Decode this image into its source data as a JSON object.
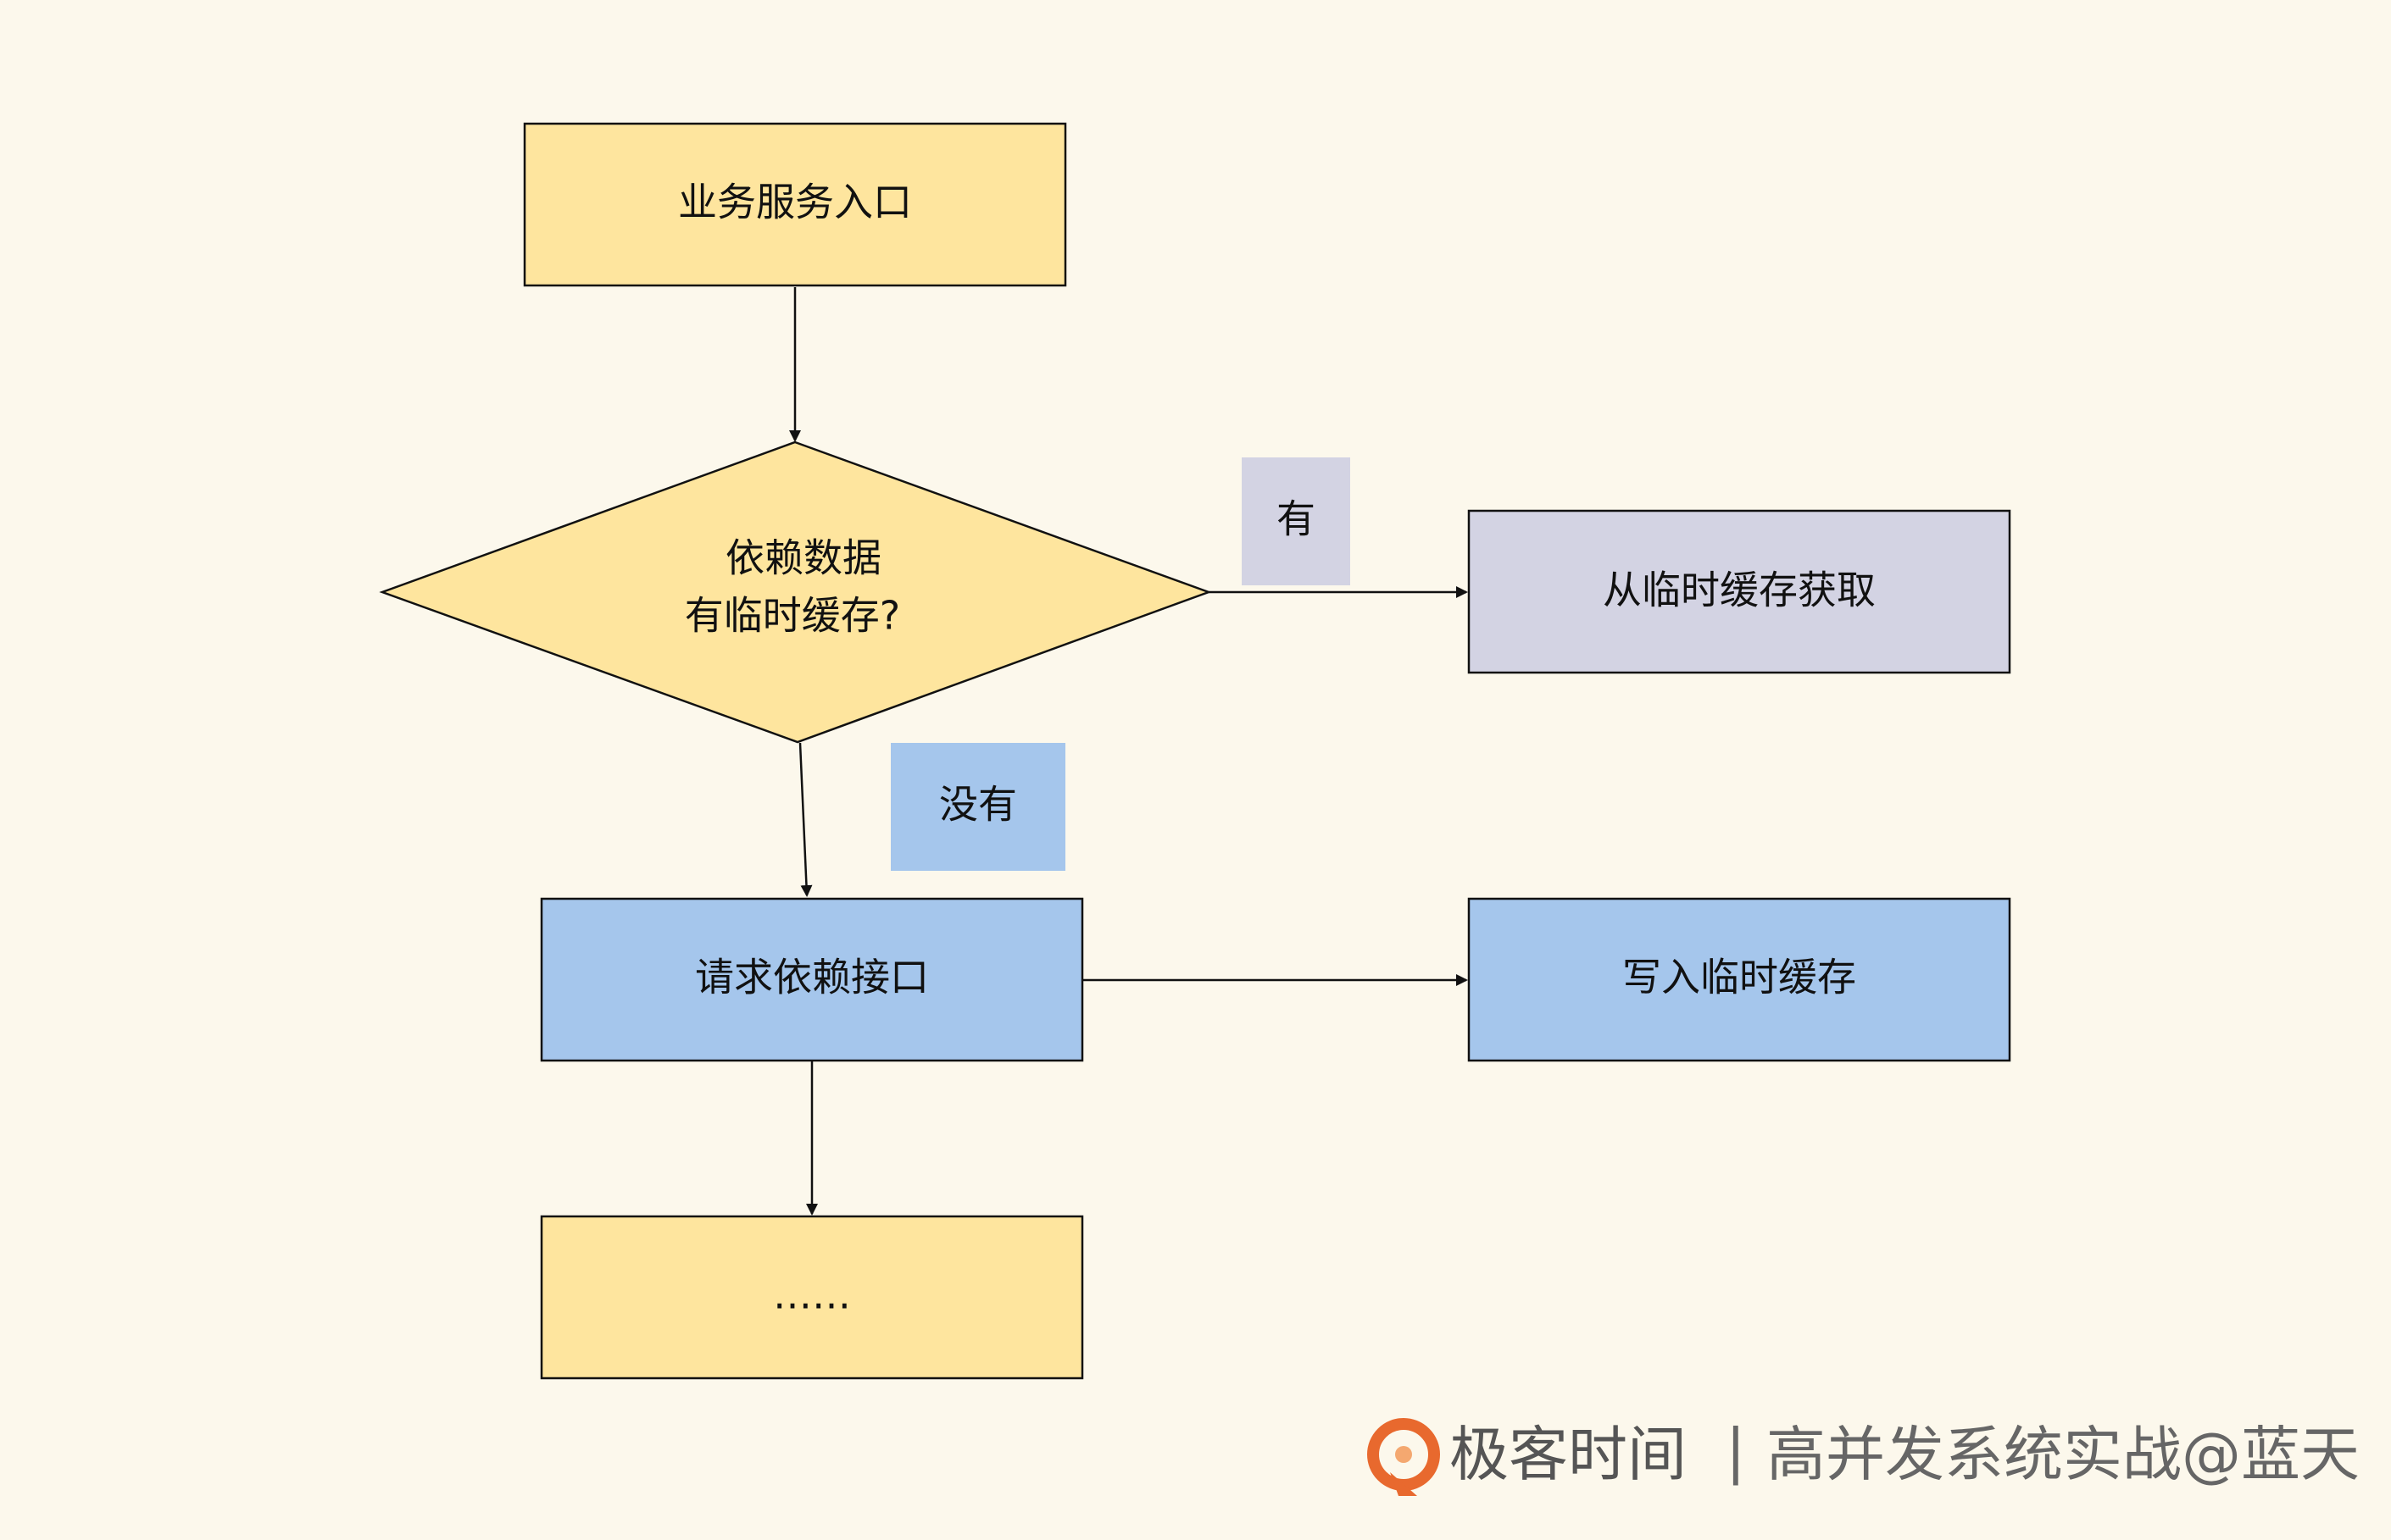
{
  "diagram": {
    "nodes": {
      "entry": {
        "label": "业务服务入口"
      },
      "decision": {
        "line1": "依赖数据",
        "line2": "有临时缓存?"
      },
      "get_cache": {
        "label": "从临时缓存获取"
      },
      "request": {
        "label": "请求依赖接口"
      },
      "write_cache": {
        "label": "写入临时缓存"
      },
      "more": {
        "label": "……"
      }
    },
    "edge_labels": {
      "yes": "有",
      "no": "没有"
    }
  },
  "branding": {
    "name": "极客时间",
    "separator": "|",
    "course": "高并发系统实战@蓝天"
  },
  "colors": {
    "background": "#fcf8ec",
    "yellow": "#fee59e",
    "purple": "#d3d3e3",
    "blue": "#a5c6ec",
    "logo_orange": "#e8692e"
  }
}
